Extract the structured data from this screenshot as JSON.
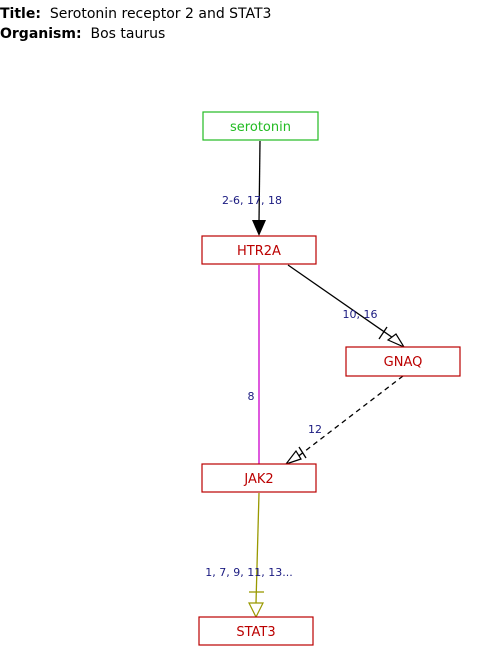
{
  "header": {
    "title_key": "Title:",
    "title_value": "Serotonin receptor 2 and STAT3",
    "organism_key": "Organism:",
    "organism_value": "Bos taurus"
  },
  "colors": {
    "small_molecule": "#22bb22",
    "gene": "#bb0000",
    "edge_label": "#1a1a80",
    "edge_activation": "#000000",
    "edge_binding": "#cc00cc",
    "edge_stat": "#999900"
  },
  "nodes": {
    "serotonin": "serotonin",
    "htr2a": "HTR2A",
    "gnaq": "GNAQ",
    "jak2": "JAK2",
    "stat3": "STAT3"
  },
  "edges": {
    "serotonin_htr2a": "2-6, 17, 18",
    "htr2a_gnaq": "10, 16",
    "htr2a_jak2": "8",
    "gnaq_jak2": "12",
    "jak2_stat3": "1, 7, 9, 11, 13..."
  }
}
